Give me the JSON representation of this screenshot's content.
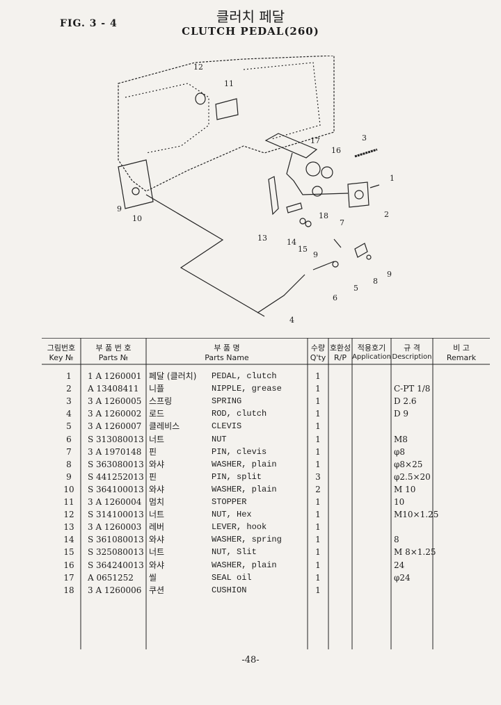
{
  "header": {
    "fig_label": "FIG. 3 - 4",
    "title_ko": "클러치 페달",
    "title_en": "CLUTCH PEDAL(260)"
  },
  "diagram": {
    "callouts": [
      "1",
      "2",
      "3",
      "4",
      "5",
      "6",
      "7",
      "8",
      "9",
      "9",
      "9",
      "10",
      "11",
      "12",
      "13",
      "14",
      "15",
      "16",
      "17",
      "18"
    ]
  },
  "table": {
    "headers": {
      "key_ko": "그림번호",
      "key_en": "Key №",
      "parts_ko": "부 품 번 호",
      "parts_en": "Parts №",
      "name_ko": "부 품 명",
      "name_en": "Parts Name",
      "qty_ko": "수량",
      "qty_en": "Q'ty",
      "rp_ko": "호환성",
      "rp_en": "R/P",
      "app_ko": "적용호기",
      "app_en": "Application",
      "desc_ko": "규 격",
      "desc_en": "Description",
      "rem_ko": "비 고",
      "rem_en": "Remark"
    },
    "rows": [
      {
        "key": "1",
        "part": "1 A 1260001",
        "name_ko": "페달 (클러치)",
        "name_en": "PEDAL, clutch",
        "qty": "1",
        "desc": ""
      },
      {
        "key": "2",
        "part": "A 13408411",
        "name_ko": "니플",
        "name_en": "NIPPLE, grease",
        "qty": "1",
        "desc": "C-PT 1/8"
      },
      {
        "key": "3",
        "part": "3 A 1260005",
        "name_ko": "스프링",
        "name_en": "SPRING",
        "qty": "1",
        "desc": "D 2.6"
      },
      {
        "key": "4",
        "part": "3 A 1260002",
        "name_ko": "로드",
        "name_en": "ROD, clutch",
        "qty": "1",
        "desc": "D 9"
      },
      {
        "key": "5",
        "part": "3 A 1260007",
        "name_ko": "클레비스",
        "name_en": "CLEVIS",
        "qty": "1",
        "desc": ""
      },
      {
        "key": "6",
        "part": "S 313080013",
        "name_ko": "너트",
        "name_en": "NUT",
        "qty": "1",
        "desc": "M8"
      },
      {
        "key": "7",
        "part": "3 A 1970148",
        "name_ko": "핀",
        "name_en": "PIN, clevis",
        "qty": "1",
        "desc": "φ8"
      },
      {
        "key": "8",
        "part": "S 363080013",
        "name_ko": "와샤",
        "name_en": "WASHER, plain",
        "qty": "1",
        "desc": "φ8×25"
      },
      {
        "key": "9",
        "part": "S 441252013",
        "name_ko": "핀",
        "name_en": "PIN, split",
        "qty": "3",
        "desc": "φ2.5×20"
      },
      {
        "key": "10",
        "part": "S 364100013",
        "name_ko": "와샤",
        "name_en": "WASHER, plain",
        "qty": "2",
        "desc": "M 10"
      },
      {
        "key": "11",
        "part": "3 A 1260004",
        "name_ko": "멈치",
        "name_en": "STOPPER",
        "qty": "1",
        "desc": "10"
      },
      {
        "key": "12",
        "part": "S 314100013",
        "name_ko": "너트",
        "name_en": "NUT, Hex",
        "qty": "1",
        "desc": "M10×1.25"
      },
      {
        "key": "13",
        "part": "3 A 1260003",
        "name_ko": "레버",
        "name_en": "LEVER, hook",
        "qty": "1",
        "desc": ""
      },
      {
        "key": "14",
        "part": "S 361080013",
        "name_ko": "와샤",
        "name_en": "WASHER, spring",
        "qty": "1",
        "desc": "8"
      },
      {
        "key": "15",
        "part": "S 325080013",
        "name_ko": "너트",
        "name_en": "NUT, Slit",
        "qty": "1",
        "desc": "M 8×1.25"
      },
      {
        "key": "16",
        "part": "S 364240013",
        "name_ko": "와샤",
        "name_en": "WASHER, plain",
        "qty": "1",
        "desc": "24"
      },
      {
        "key": "17",
        "part": "A 0651252",
        "name_ko": "씰",
        "name_en": "SEAL oil",
        "qty": "1",
        "desc": "φ24"
      },
      {
        "key": "18",
        "part": "3 A 1260006",
        "name_ko": "쿠션",
        "name_en": "CUSHION",
        "qty": "1",
        "desc": ""
      }
    ]
  },
  "footer": {
    "page_number": "-48-"
  }
}
